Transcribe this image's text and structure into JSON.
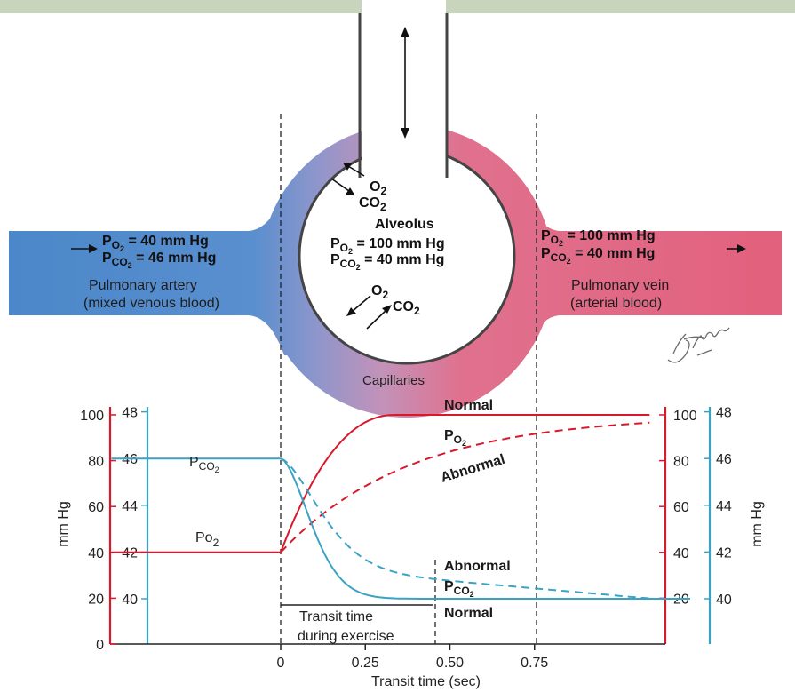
{
  "top": {
    "o2_left": "O",
    "o2_left_sub": "2",
    "co2_left": "CO",
    "co2_left_sub": "2",
    "alveolus": "Alveolus",
    "alv_po2_p": "P",
    "alv_po2_sub": "O",
    "alv_po2_sub2": "2",
    "alv_po2_val": " = 100 mm Hg",
    "alv_pco2_p": "P",
    "alv_pco2_sub": "CO",
    "alv_pco2_sub2": "2",
    "alv_pco2_val": " = 40 mm Hg",
    "o2_bottom": "O",
    "o2_bottom_sub": "2",
    "co2_bottom": "CO",
    "co2_bottom_sub": "2",
    "art_po2_p": "P",
    "art_po2_sub": "O",
    "art_po2_sub2": "2",
    "art_po2_val": " = 40 mm Hg",
    "art_pco2_p": "P",
    "art_pco2_sub": "CO",
    "art_pco2_sub2": "2",
    "art_pco2_val": " = 46 mm Hg",
    "artery_name": "Pulmonary artery",
    "artery_desc": "(mixed venous blood)",
    "vein_po2_p": "P",
    "vein_po2_sub": "O",
    "vein_po2_sub2": "2",
    "vein_po2_val": " = 100 mm Hg",
    "vein_pco2_p": "P",
    "vein_pco2_sub": "CO",
    "vein_pco2_sub2": "2",
    "vein_pco2_val": " = 40 mm Hg",
    "vein_name": "Pulmonary vein",
    "vein_desc": "(arterial blood)",
    "capillaries": "Capillaries",
    "signature": "F. Netter M.D."
  },
  "colors": {
    "venous": "#4a87c9",
    "arterial": "#e2607c",
    "po2_line": "#d7192b",
    "pco2_line": "#3aa3c4"
  },
  "graph": {
    "y_left_outer_ticks": [
      "100",
      "80",
      "60",
      "40",
      "20",
      "0"
    ],
    "y_left_inner_ticks": [
      "48",
      "46",
      "44",
      "42",
      "40"
    ],
    "y_right_red_ticks": [
      "100",
      "80",
      "60",
      "40",
      "20"
    ],
    "y_right_blue_ticks": [
      "48",
      "46",
      "44",
      "42",
      "40"
    ],
    "y_label_left": "mm Hg",
    "y_label_right": "mm Hg",
    "x_ticks": [
      "0",
      "0.25",
      "0.50",
      "0.75"
    ],
    "x_label": "Transit time (sec)",
    "lbl_normal_top": "Normal",
    "lbl_po2_p": "P",
    "lbl_po2_sub": "O",
    "lbl_po2_sub2": "2",
    "lbl_abnormal_top": "Abnormal",
    "lbl_pco2_left_p": "P",
    "lbl_pco2_left_sub": "CO",
    "lbl_pco2_left_sub2": "2",
    "lbl_po2_left_p": "Po",
    "lbl_po2_left_sub": "2",
    "lbl_abnormal_bottom": "Abnormal",
    "lbl_pco2_p": "P",
    "lbl_pco2_sub": "CO",
    "lbl_pco2_sub2": "2",
    "lbl_normal_bottom": "Normal",
    "transit_line1": "Transit time",
    "transit_line2": "during exercise"
  }
}
